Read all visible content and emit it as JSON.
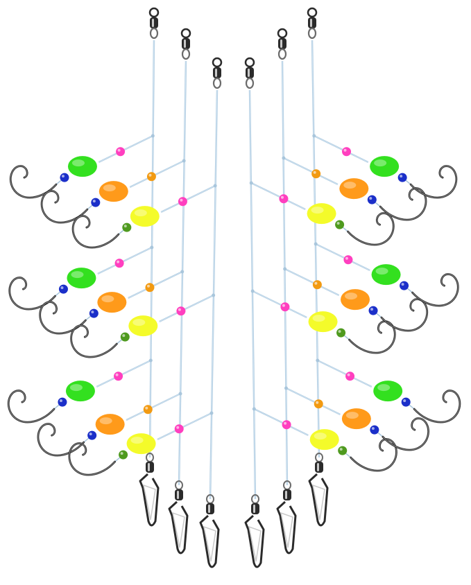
{
  "scene": {
    "subject": "fishing-rig-set",
    "rig_count": 6,
    "dropper_arms_per_rig": 3,
    "colors": {
      "background": "#ffffff",
      "leader_line": "#cfe3f2",
      "leader_line_edge": "#a9c6dc",
      "metal_dark": "#2b2b2b",
      "metal_mid": "#6b6b6b",
      "metal_light": "#c9c9c9",
      "float_green": "#33e01f",
      "float_orange": "#ff9a1a",
      "float_yellow": "#f4fb2a",
      "bead_pink": "#ff3fbf",
      "bead_blue": "#1b2fc9",
      "bead_amber": "#f29a12",
      "bead_olive": "#4f9a1f",
      "hook": "#2f2f2f"
    },
    "icons": [
      "barrel-swivel-icon",
      "snap-swivel-icon",
      "circle-hook-icon",
      "foam-float-icon",
      "bead-icon"
    ]
  }
}
